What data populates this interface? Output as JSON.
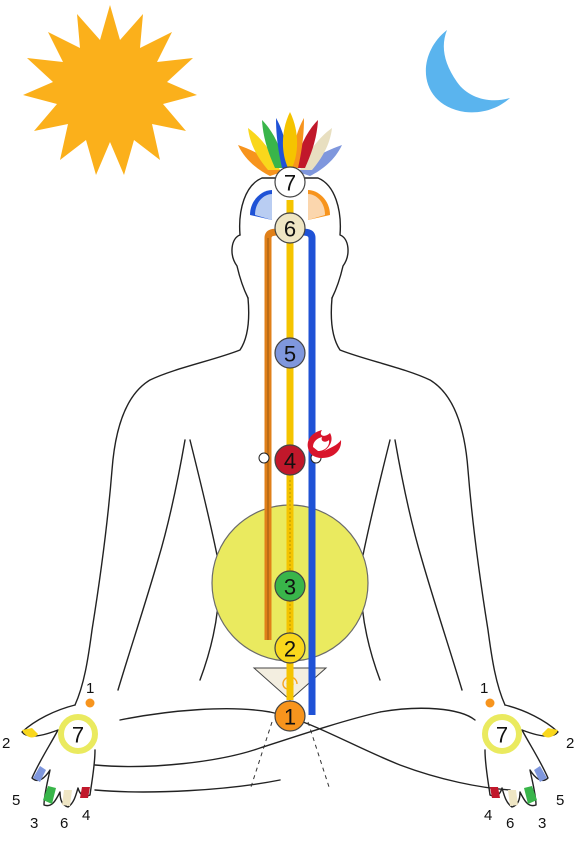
{
  "chakras": [
    {
      "number": "1",
      "color": "#f7941d"
    },
    {
      "number": "2",
      "color": "#f9d71c"
    },
    {
      "number": "3",
      "color": "#39b54a"
    },
    {
      "number": "4",
      "color": "#c1182b"
    },
    {
      "number": "5",
      "color": "#7f97dd"
    },
    {
      "number": "6",
      "color": "#efe6c4"
    },
    {
      "number": "7",
      "color": "#ffffff"
    }
  ],
  "left_hand": {
    "center": "7",
    "fingers": {
      "thumb": "2",
      "index": "5",
      "middle": "3",
      "ring": "6",
      "little": "4",
      "dot": "1"
    }
  },
  "right_hand": {
    "center": "7",
    "fingers": {
      "thumb": "2",
      "index": "5",
      "middle": "3",
      "ring": "6",
      "little": "4",
      "dot": "1"
    }
  },
  "channels": {
    "ida_color": "#1f52d6",
    "pingala_color": "#e0801a",
    "sushumna_color": "#f5c400"
  },
  "icons": {
    "sun": "sun-icon",
    "moon": "crescent-moon-icon",
    "lotus": "lotus-icon",
    "flame": "flame-icon"
  },
  "colors": {
    "sun": "#fbb01b",
    "moon": "#5ab4ee",
    "solar_plexus_disc": "#eaea5f"
  }
}
